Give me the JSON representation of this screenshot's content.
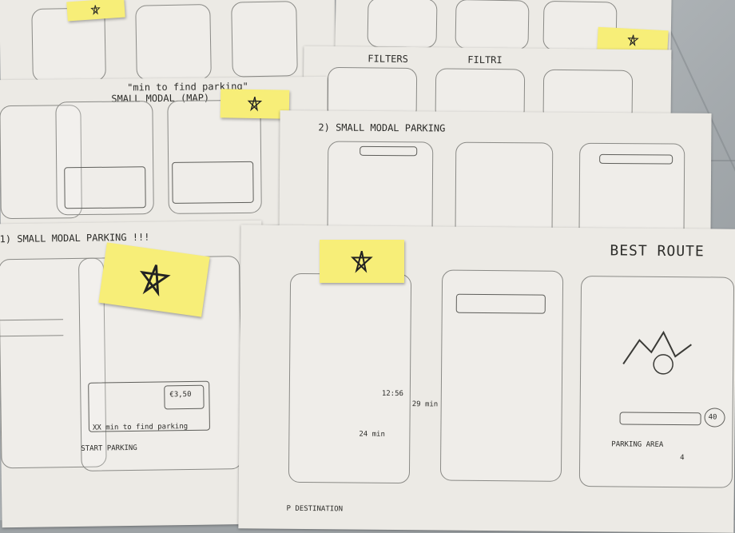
{
  "sketches": {
    "filters": "FILTERS",
    "filtri": "FILTRI",
    "min_to_find": "\"min to find parking\"",
    "small_modal_map": "SMALL MODAL (MAP)",
    "small_modal_parking_2": "2) SMALL MODAL PARKING",
    "small_modal_parking_1": "1) SMALL MODAL PARKING !!!",
    "best_route": "BEST ROUTE",
    "xx_min": "XX min to find parking",
    "start_parking": "START PARKING",
    "eur_350": "€3,50",
    "min_29": "29 min",
    "min_24": "24 min",
    "time_1256": "12:56",
    "destination": "P DESTINATION",
    "parking_area": "PARKING AREA",
    "num_40": "40",
    "num_4": "4"
  },
  "colors": {
    "sticky_note": "#f7ee78",
    "paper": "#eceae5",
    "pencil": "#2d2d2a"
  }
}
